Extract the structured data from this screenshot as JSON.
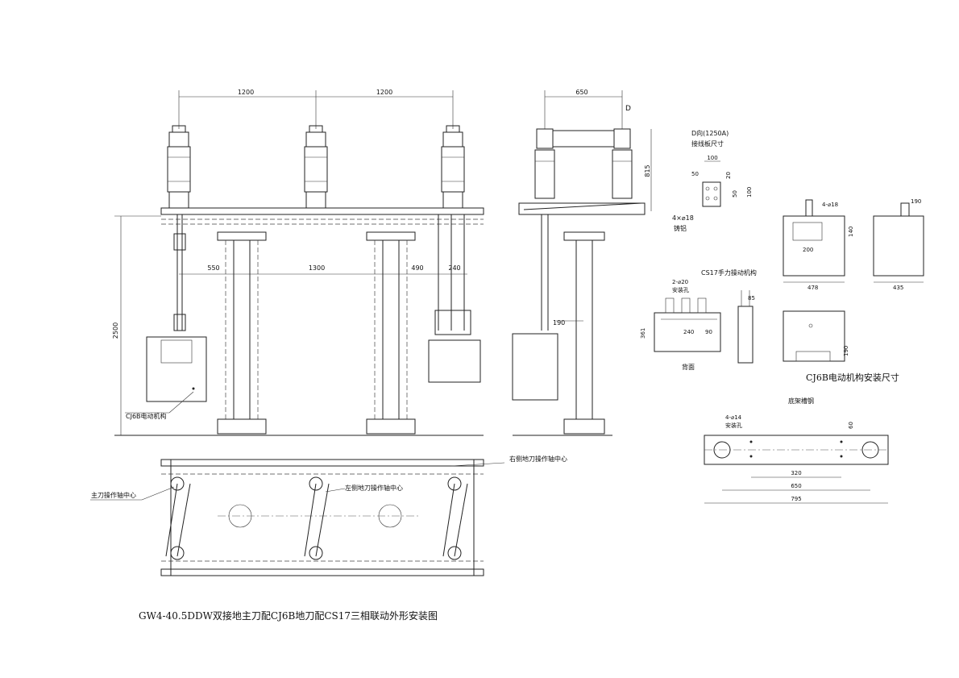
{
  "title": "GW4-40.5DDW双接地主刀配CJ6B地刀配CS17三相联动外形安装图",
  "colors": {
    "line": "#222222",
    "background": "#ffffff"
  },
  "front_view": {
    "dims": {
      "span_left": "1200",
      "span_right": "1200",
      "height": "2500",
      "lower_a": "550",
      "lower_b": "1300",
      "lower_c": "490",
      "lower_d": "240"
    },
    "mechanism_label": "CJ6B电动机构"
  },
  "side_view": {
    "dims": {
      "top": "650",
      "height": "815",
      "mech_offset": "190"
    },
    "direction_marker": "D"
  },
  "plate_detail": {
    "title_line1": "D向(1250A)",
    "title_line2": "接线板尺寸",
    "dims": {
      "w100": "100",
      "d50": "50",
      "d20": "20",
      "d50b": "50",
      "h100": "100"
    },
    "holes": "4×⌀18",
    "material": "铸铝"
  },
  "cs17_detail": {
    "title": "CS17手力操动机构",
    "hole_note_line1": "2-⌀20",
    "hole_note_line2": "安装孔",
    "dims": {
      "height": "361",
      "width": "240",
      "right": "90",
      "side_top": "85"
    },
    "back_label": "背面"
  },
  "cj6b_detail": {
    "caption": "CJ6B电动机构安装尺寸",
    "dims": {
      "holes": "4-⌀18",
      "a140": "140",
      "a200": "200",
      "a478": "478",
      "a190": "190",
      "a435": "435",
      "a190b": "190"
    }
  },
  "base_channel": {
    "title": "底架槽钢",
    "hole_note_line1": "4-⌀14",
    "hole_note_line2": "安装孔",
    "dims": {
      "h60": "60",
      "d320": "320",
      "d650": "650",
      "d795": "795"
    }
  },
  "plan_view": {
    "label_main": "主刀操作轴中心",
    "label_left": "左侧地刀操作轴中心",
    "label_right": "右侧地刀操作轴中心"
  }
}
